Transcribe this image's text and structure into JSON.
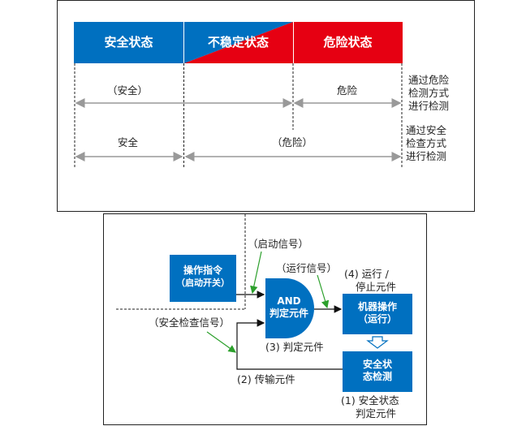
{
  "top": {
    "states": [
      "安全状态",
      "不稳定状态",
      "危险状态"
    ],
    "row1": {
      "left": "（安全）",
      "right": "危险",
      "method": [
        "通过危险",
        "检测方式",
        "进行检测"
      ]
    },
    "row2": {
      "left": "安全",
      "right": "（危险）",
      "method": [
        "通过安全",
        "检查方式",
        "进行检测"
      ]
    }
  },
  "bottom": {
    "operation_box": [
      "操作指令",
      "（启动开关）"
    ],
    "start_signal": "（启动信号）",
    "run_signal": "（运行信号）",
    "and_gate": [
      "AND",
      "判定元件"
    ],
    "gate_caption": "(3) 判定元件",
    "run_stop": [
      "(4) 运行 /",
      "停止元件"
    ],
    "machine_box": [
      "机器操作",
      "（运行）"
    ],
    "safety_check_signal": "（安全检查信号）",
    "transmission": "(2) 传输元件",
    "safety_box": [
      "安全状",
      "态检测"
    ],
    "safety_caption": [
      "(1) 安全状态",
      "判定元件"
    ]
  },
  "colors": {
    "blue": "#0070c0",
    "red": "#e60012",
    "green": "#2ca02c"
  }
}
